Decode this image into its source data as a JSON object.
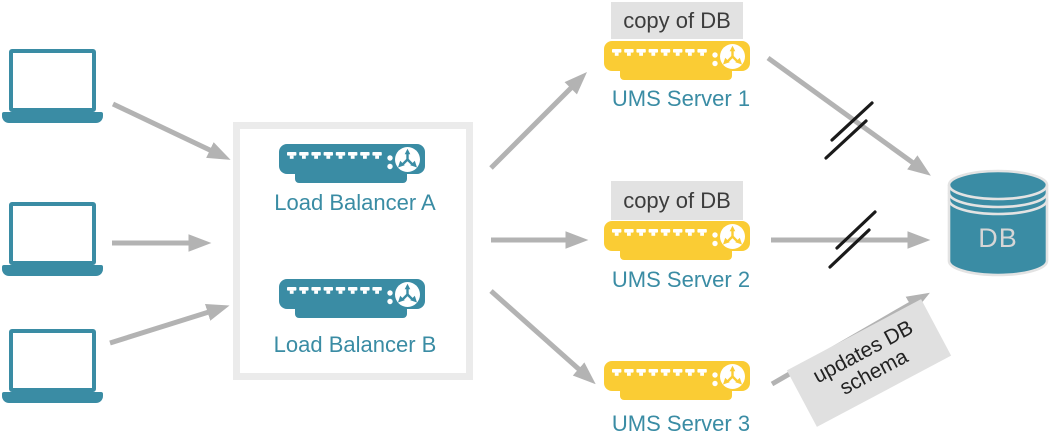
{
  "clients": {
    "icon": "laptop-icon",
    "count": 3
  },
  "load_balancer_group": {
    "balancers": [
      {
        "label": "Load Balancer A"
      },
      {
        "label": "Load Balancer B"
      }
    ]
  },
  "ums_servers": [
    {
      "label": "UMS Server 1",
      "badge": "copy of DB"
    },
    {
      "label": "UMS Server 2",
      "badge": "copy of DB"
    },
    {
      "label": "UMS Server 3",
      "badge": ""
    }
  ],
  "database": {
    "label": "DB"
  },
  "annotation": {
    "line1": "updates DB",
    "line2": "schema"
  },
  "colors": {
    "teal": "#3A8CA4",
    "yellow": "#FACC34",
    "arrow_gray": "#B3B3B3",
    "box_border": "#EBEBEB",
    "badge_bg": "#E2E2E2",
    "badge_text": "#3C3C3C",
    "slash_black": "#1A1A1A",
    "db_text": "#D6D6D6"
  }
}
